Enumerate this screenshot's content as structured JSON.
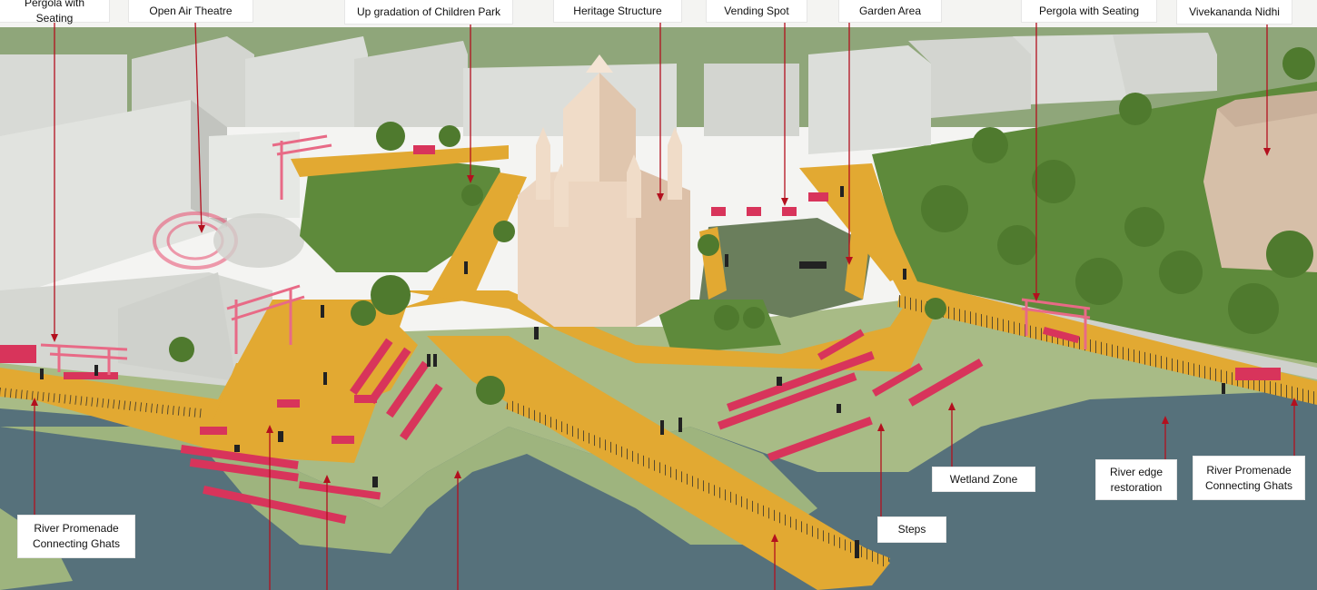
{
  "colors": {
    "river": "#56717b",
    "wetland": "#9eb47e",
    "promenade": "#e2a932",
    "lawn": "#5e8a3b",
    "seating": "#d8345b",
    "building": "#d8dad6",
    "heritage": "#ecd5c0",
    "callout_line": "#b3101e"
  },
  "labels": {
    "pergola_left": "Pergola with Seating",
    "open_air_theatre": "Open Air Theatre",
    "children_park": "Up gradation of Children Park",
    "heritage_structure": "Heritage Structure",
    "vending_spot": "Vending Spot",
    "garden_area": "Garden Area",
    "pergola_right": "Pergola with Seating",
    "vivekananda_nidhi": "Vivekananda Nidhi",
    "wetland_zone": "Wetland Zone",
    "steps": "Steps",
    "river_edge_restoration": "River edge\nrestoration",
    "river_promenade_right": "River Promenade\nConnecting  Ghats",
    "river_promenade_left": "River Promenade\nConnecting  Ghats"
  }
}
